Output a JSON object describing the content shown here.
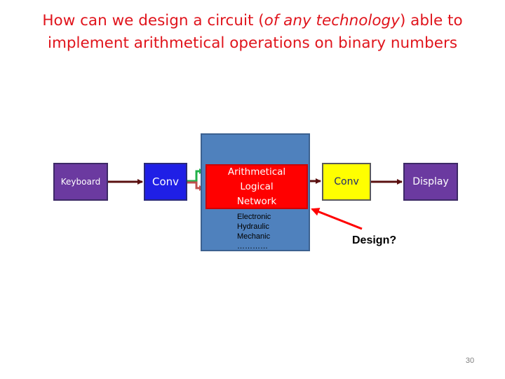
{
  "title": {
    "part1": "How can we design a circuit (",
    "italic": "of any technology",
    "part2": ") able to",
    "line2": "implement arithmetical operations on binary numbers"
  },
  "blocks": {
    "keyboard": "Keyboard",
    "conv_in": "Conv",
    "aln_lines": [
      "Arithmetical",
      "Logical",
      "Network"
    ],
    "technologies": [
      "Electronic",
      "Hydraulic",
      "Mechanic",
      "…………"
    ],
    "conv_out": "Conv",
    "display": "Display"
  },
  "annotation": "Design?",
  "page_number": "30",
  "colors": {
    "title": "#e0141c",
    "arrow_dark": "#5a1010",
    "arrow_green": "#22b04a",
    "arrow_red": "#c0504d",
    "keyboard_display": "#6b3aa0",
    "conv_in": "#1f1fe6",
    "tech_panel": "#4f81bd",
    "aln": "#ff0000",
    "conv_out": "#ffff00"
  }
}
